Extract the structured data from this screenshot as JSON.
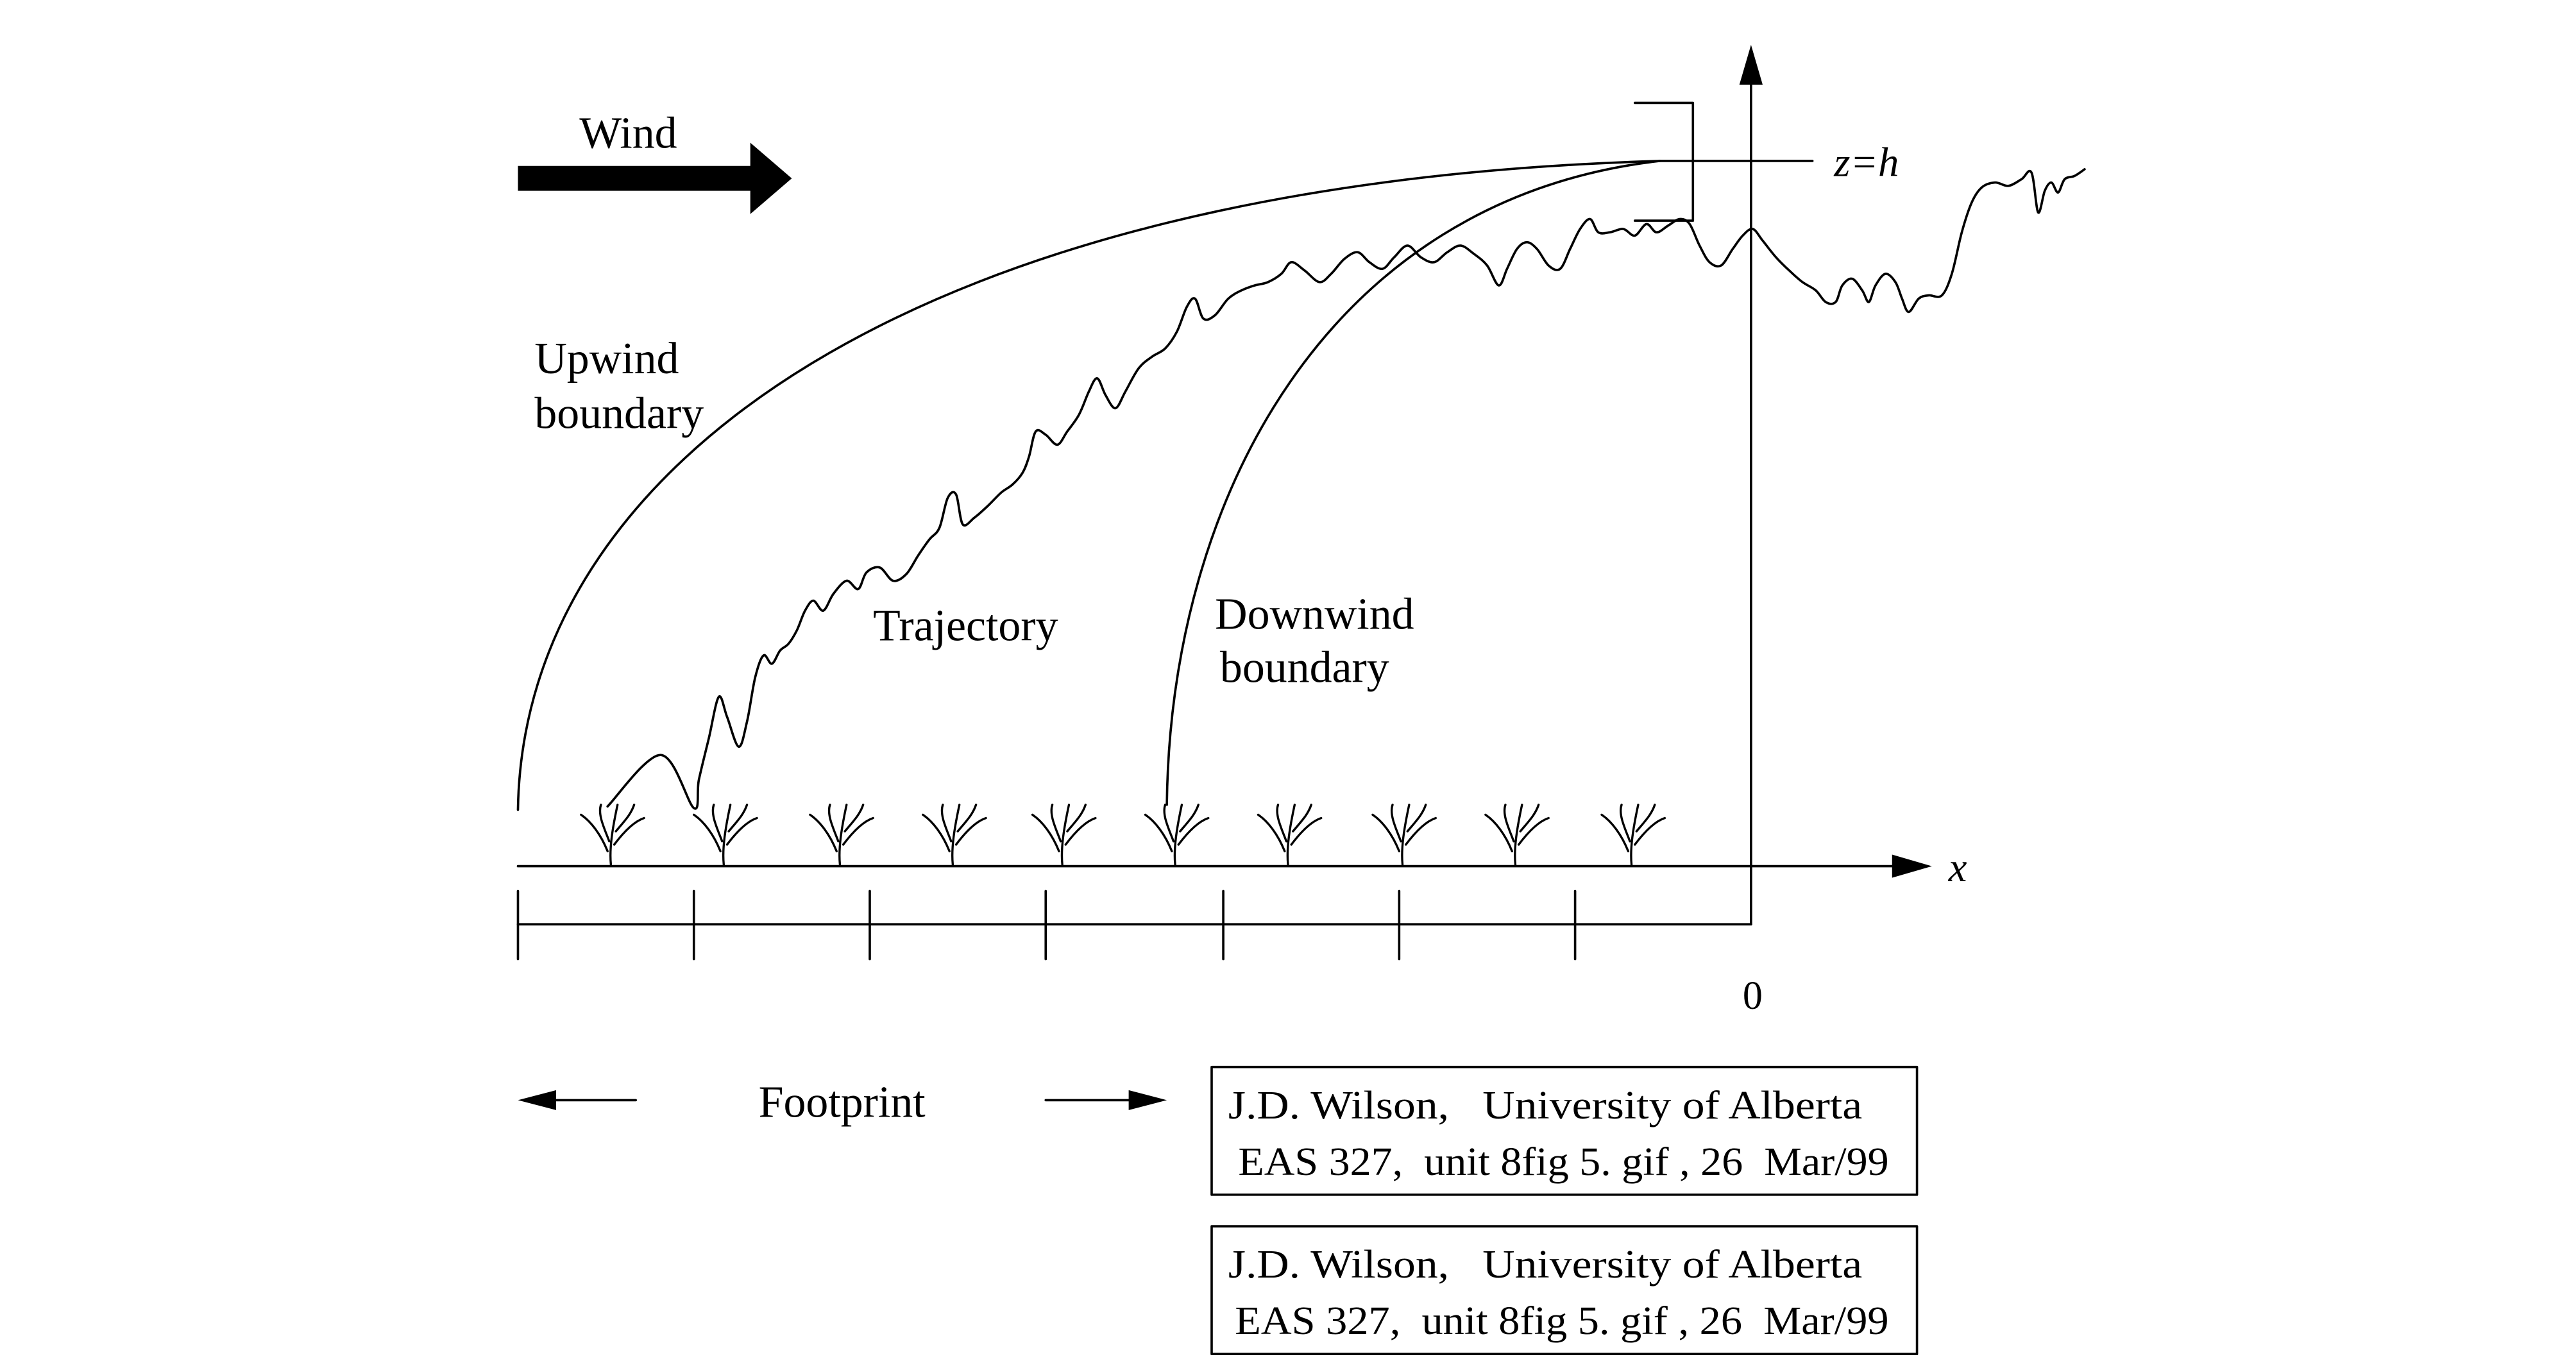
{
  "diagram": {
    "wind_label": "Wind",
    "height_label": "z=h",
    "upwind_boundary": [
      "Upwind",
      "boundary"
    ],
    "trajectory_label": "Trajectory",
    "downwind_boundary": [
      "Downwind",
      "boundary"
    ],
    "x_axis_label": "x",
    "origin_label": "0",
    "footprint_label": "Footprint"
  },
  "credit_boxes": [
    {
      "line1": "J.D. Wilson,   University of Alberta",
      "line2": "EAS 327,  unit 8fig 5. gif , 26  Mar/99"
    },
    {
      "line1": "J.D. Wilson,   University of Alberta",
      "line2": "EAS 327,  unit 8fig 5. gif , 26  Mar/99"
    }
  ],
  "colors": {
    "ink": "#000000",
    "background": "#ffffff"
  }
}
